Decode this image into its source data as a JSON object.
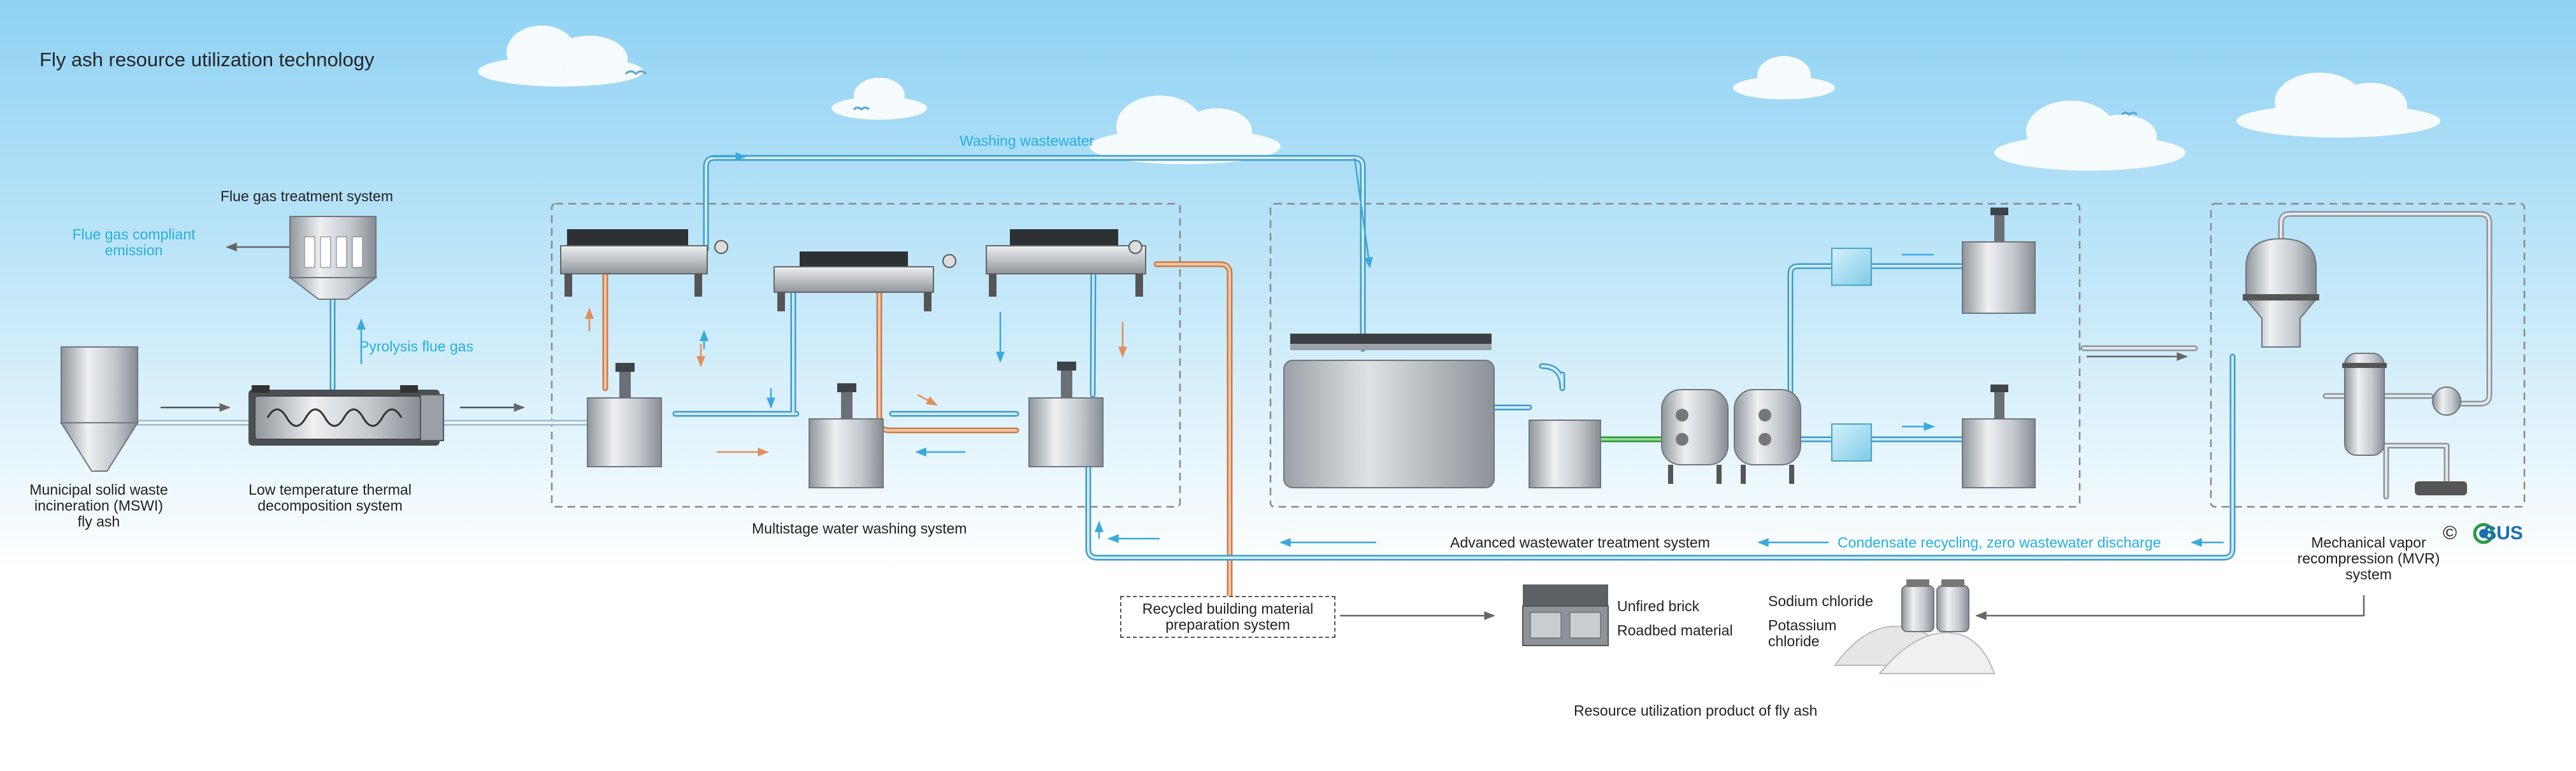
{
  "title": "Fly ash resource utilization technology",
  "labels": {
    "flue_gas_emission": "Flue gas compliant emission",
    "flue_gas_treatment": "Flue gas treatment system",
    "pyrolysis_flue_gas": "Pyrolysis flue gas",
    "mswi_fly_ash": "Municipal solid waste incineration (MSWI) fly ash",
    "low_temp_decomposition": "Low temperature thermal decomposition system",
    "washing_wastewater": "Washing wastewater",
    "multistage_washing": "Multistage water washing system",
    "advanced_wastewater": "Advanced wastewater treatment system",
    "condensate_recycling": "Condensate recycling, zero wastewater discharge",
    "mvr_system": "Mechanical vapor recompression (MVR) system",
    "recycled_building": "Recycled building material preparation system",
    "unfired_brick": "Unfired brick",
    "roadbed_material": "Roadbed material",
    "sodium_chloride": "Sodium chloride",
    "potassium_chloride": "Potassium chloride",
    "resource_product": "Resource utilization product of fly ash"
  },
  "logo": {
    "symbol": "©",
    "text": "SUS"
  },
  "colors": {
    "water_line": "#4ab0de",
    "hot_line": "#e08e5c",
    "equipment": "#bfc4c9",
    "sky": "#8fd2f3"
  }
}
